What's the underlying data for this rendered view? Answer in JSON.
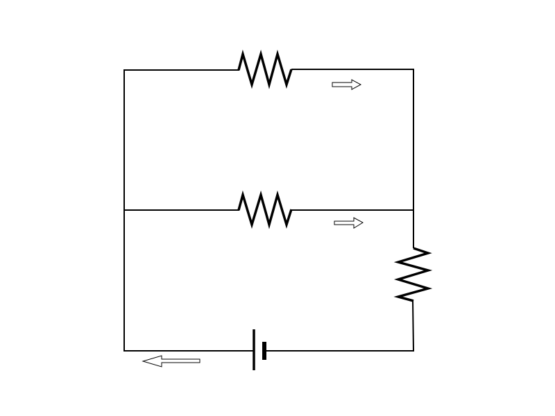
{
  "diagram": {
    "type": "circuit",
    "components": [
      {
        "kind": "resistor",
        "position": "top-branch"
      },
      {
        "kind": "resistor",
        "position": "middle-branch"
      },
      {
        "kind": "resistor",
        "position": "right-side"
      },
      {
        "kind": "battery",
        "position": "bottom"
      }
    ],
    "current_arrows": [
      {
        "branch": "top",
        "direction": "right"
      },
      {
        "branch": "middle",
        "direction": "right"
      },
      {
        "branch": "bottom",
        "direction": "left"
      }
    ],
    "colors": {
      "line": "#000000",
      "background": "#ffffff"
    }
  }
}
